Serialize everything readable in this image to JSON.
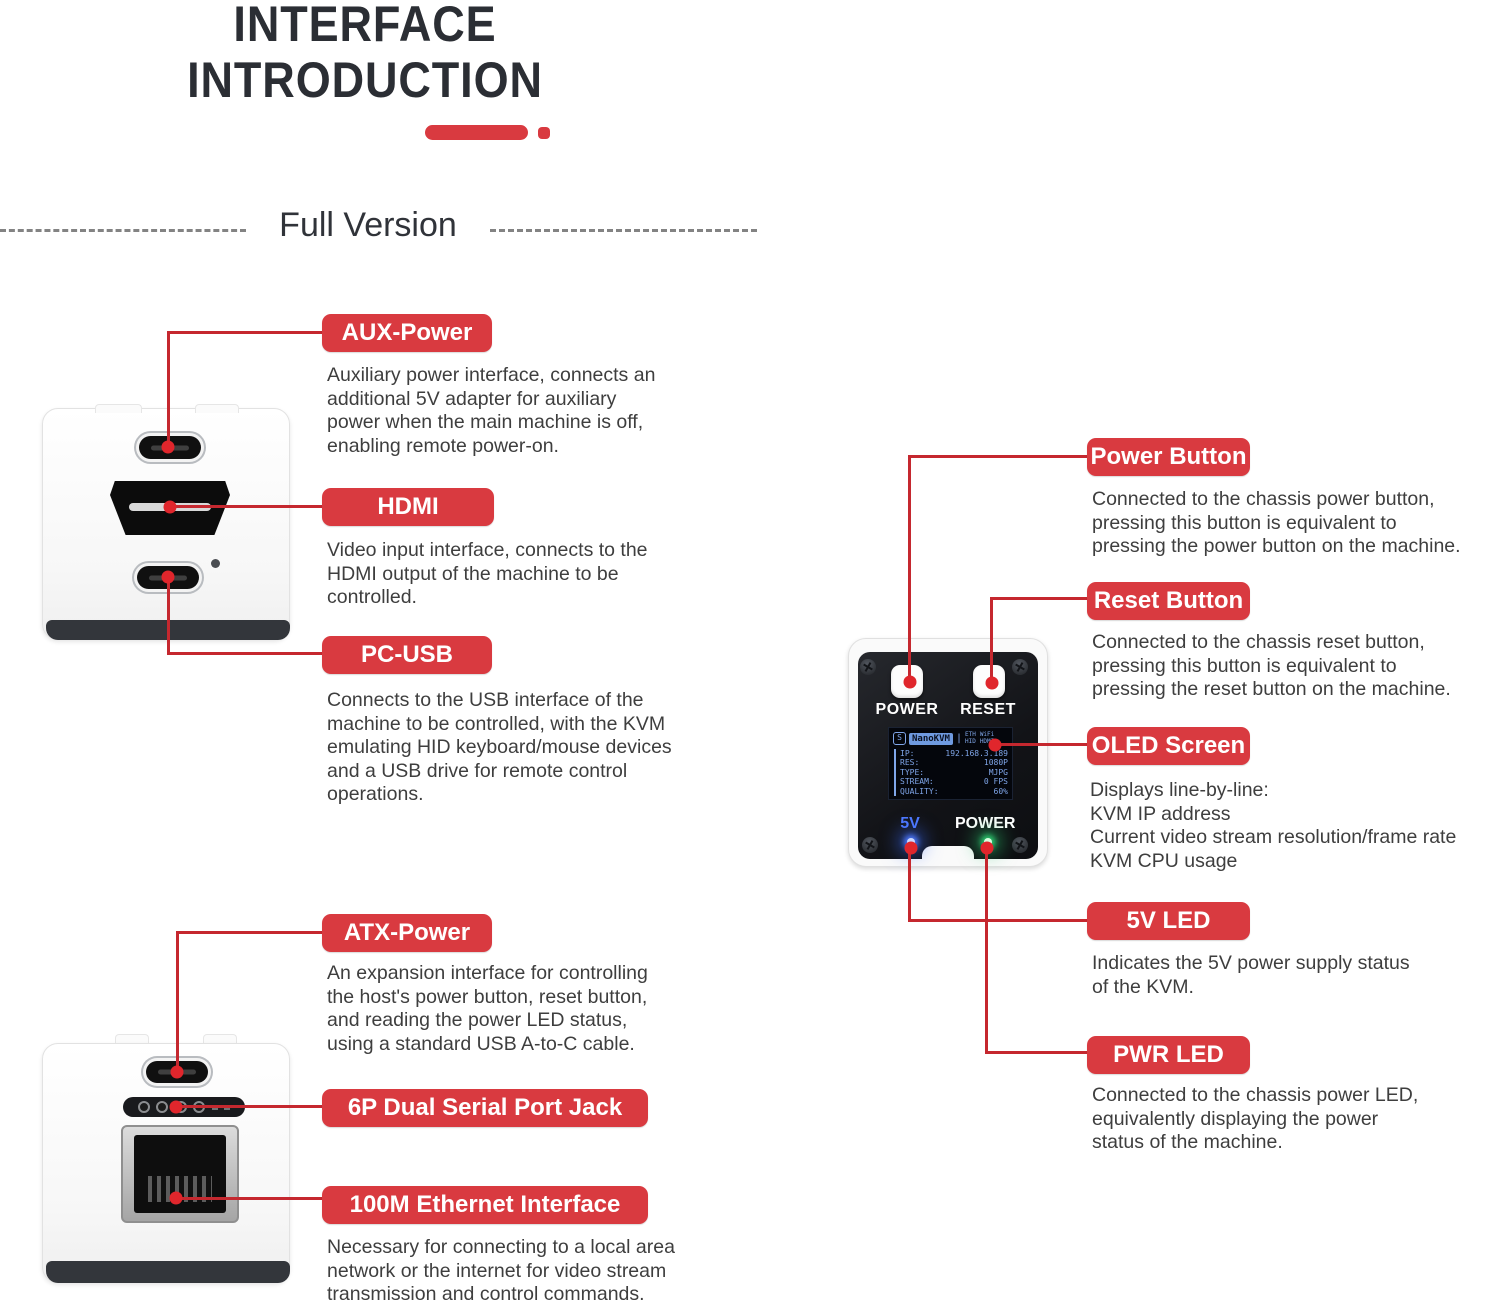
{
  "header": {
    "title_line1": "INTERFACE",
    "title_line2": "INTRODUCTION",
    "section_label": "Full Version"
  },
  "colors": {
    "accent_red": "#d93a40",
    "callout_line_red": "#c5282f",
    "title_dark": "#2b2e34",
    "body_text": "#3e3e3e",
    "oled_blue": "#7fa5e8",
    "led_blue": "#4e79ff",
    "led_green": "#2ecc71"
  },
  "callouts": {
    "aux_power": {
      "label": "AUX-Power",
      "lines": [
        "Auxiliary power interface, connects an",
        "additional 5V adapter for auxiliary",
        "power when the main machine is off,",
        "enabling remote power-on."
      ]
    },
    "hdmi": {
      "label": "HDMI",
      "lines": [
        "Video input interface, connects to the",
        "HDMI output of the machine to be",
        "controlled."
      ]
    },
    "pc_usb": {
      "label": "PC-USB",
      "lines": [
        "Connects to the USB interface of the",
        "machine to be controlled, with the KVM",
        "emulating HID keyboard/mouse devices",
        "and a USB drive for remote control",
        "operations."
      ]
    },
    "atx_power": {
      "label": "ATX-Power",
      "lines": [
        "An expansion interface for controlling",
        "the host's power button, reset button,",
        "and reading the power LED status,",
        "using a standard USB A-to-C cable."
      ]
    },
    "serial_jack": {
      "label": "6P Dual Serial Port Jack",
      "lines": []
    },
    "ethernet": {
      "label": "100M Ethernet Interface",
      "lines": [
        "Necessary for connecting to a local area",
        "network or the internet for video stream",
        "transmission and control commands."
      ]
    },
    "power_button": {
      "label": "Power Button",
      "lines": [
        "Connected to the chassis power button,",
        "pressing this button is equivalent to",
        "pressing the power button on the machine."
      ]
    },
    "reset_button": {
      "label": "Reset Button",
      "lines": [
        "Connected to the chassis reset button,",
        "pressing this button is equivalent to",
        "pressing the reset button on the machine."
      ]
    },
    "oled_screen": {
      "label": "OLED Screen",
      "lines": [
        "Displays line-by-line:",
        "KVM IP address",
        "Current video stream resolution/frame rate",
        "KVM CPU usage"
      ]
    },
    "led_5v": {
      "label": "5V LED",
      "lines": [
        "Indicates the 5V power supply status",
        "of the KVM."
      ]
    },
    "pwr_led": {
      "label": "PWR LED",
      "lines": [
        "Connected to the chassis power LED,",
        "equivalently displaying the power",
        "status of the machine."
      ]
    }
  },
  "device": {
    "power_button_label": "POWER",
    "reset_button_label": "RESET",
    "led_5v_label": "5V",
    "led_power_label": "POWER",
    "oled": {
      "logo": "S",
      "brand": "NanoKVM",
      "separator": "|",
      "status_icons": [
        "ETH",
        "WiFi",
        "HID",
        "HDMI"
      ],
      "rows": [
        {
          "key": "IP:",
          "value": "192.168.3.189"
        },
        {
          "key": "RES:",
          "value": "1080P"
        },
        {
          "key": "TYPE:",
          "value": "MJPG"
        },
        {
          "key": "STREAM:",
          "value": "0 FPS"
        },
        {
          "key": "QUALITY:",
          "value": "60%"
        }
      ]
    }
  }
}
